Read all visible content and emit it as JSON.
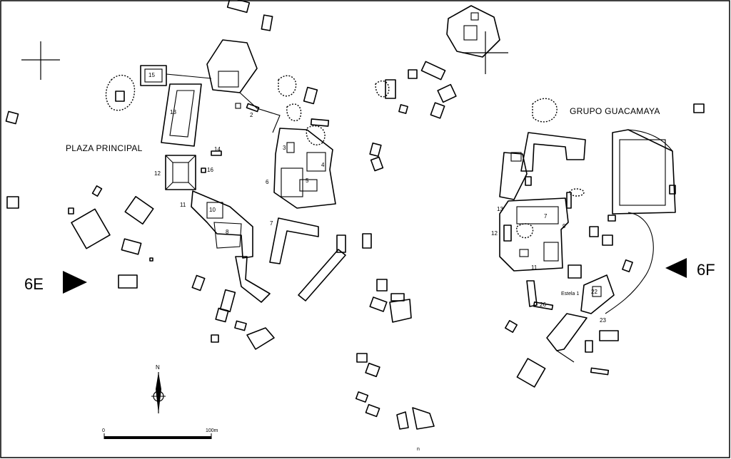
{
  "labels": {
    "plaza_principal": "PLAZA PRINCIPAL",
    "grupo_guacamaya": "GRUPO GUACAMAYA",
    "estela": "Estela 1",
    "north": "N",
    "scale_start": "0",
    "scale_end": "100m",
    "bottom_mark": "n"
  },
  "sheet_markers": {
    "west": "6E",
    "east": "6F"
  },
  "structure_numbers_west": [
    "15",
    "13",
    "12",
    "16",
    "14",
    "2",
    "3",
    "4",
    "5",
    "6",
    "11",
    "10",
    "8",
    "7"
  ],
  "structure_numbers_east": [
    "13",
    "12",
    "7",
    "9",
    "11",
    "22",
    "26",
    "23"
  ],
  "icons": {
    "north_arrow": "north-arrow-icon",
    "arrow_west": "arrow-right-icon",
    "arrow_east": "arrow-left-icon",
    "grid_cross": "grid-cross-icon"
  },
  "colors": {
    "ink": "#000000",
    "paper": "#ffffff"
  }
}
